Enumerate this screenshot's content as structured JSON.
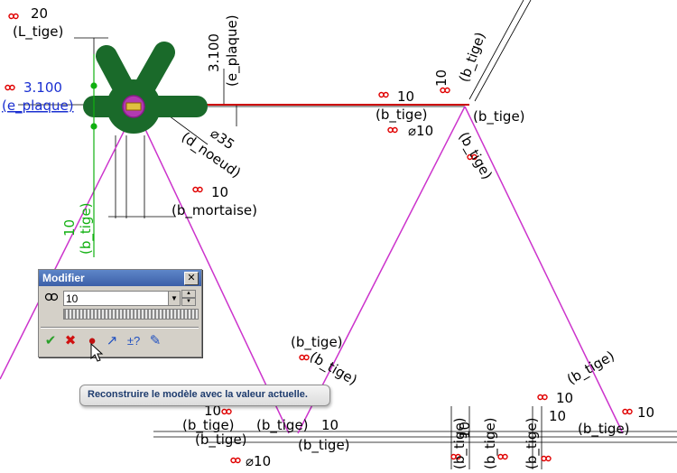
{
  "annotations": {
    "l_tige_value": "20",
    "l_tige_name": "(L_tige)",
    "e_plaque_v_value": "3.100",
    "e_plaque_v_name": "(e_plaque)",
    "e_plaque_value": "3.100",
    "e_plaque_name": "(e_plaque)",
    "d_noeud_value": "⌀35",
    "d_noeud_name": "(d_noeud)",
    "b_mortaise_value": "10",
    "b_mortaise_name": "(b_mortaise)",
    "b_tige_green_value": "10",
    "b_tige_green_name": "(b_tige)",
    "right_b_tige_value": "10",
    "right_b_tige_name": "(b_tige)",
    "right_phi": "⌀10",
    "right_tige": "(b_tige)",
    "right_10": "10",
    "center_btige": "(b_tige)",
    "center_btige2": "(b_tige)",
    "bottom_btige_a": "(b_tige)",
    "bottom_btige_b": "(b_tige)",
    "bottom_btige_c": "(b_tige)",
    "bottom_btige_d": "(b_tige)",
    "bottom_10a": "10",
    "bottom_10b": "10",
    "bottom_phi10": "⌀10",
    "bottom_10c": "10",
    "bottom_tige_v": "(b_tige)",
    "bottom_tige_v2": "(b_tige)",
    "bottom_tige_v3": "(b_tige)",
    "br_10a": "10",
    "br_10b": "10",
    "br_10c": "10",
    "br_btige": "(b_tige)",
    "br_tige2": "(b_tige)",
    "mid_tige": "(b_tige)",
    "mid_tige2": "(b_tige)"
  },
  "modifier": {
    "title": "Modifier",
    "close_label": "✕",
    "value": "10",
    "buttons": {
      "ok": "✔",
      "cancel": "✖",
      "rebuild": "●",
      "reverse": "↗",
      "add_equation": "±?",
      "mark": "✎"
    }
  },
  "tooltip": {
    "text": "Reconstruire le modèle avec la valeur actuelle."
  },
  "colors": {
    "dimension": "#000000",
    "link": "#e00000",
    "selected_dim": "#1a2fd1",
    "driven_dim": "#10b010",
    "sketch_line": "#cc33cc",
    "body_green": "#1a6a2a",
    "profile_red": "#cc0000"
  }
}
